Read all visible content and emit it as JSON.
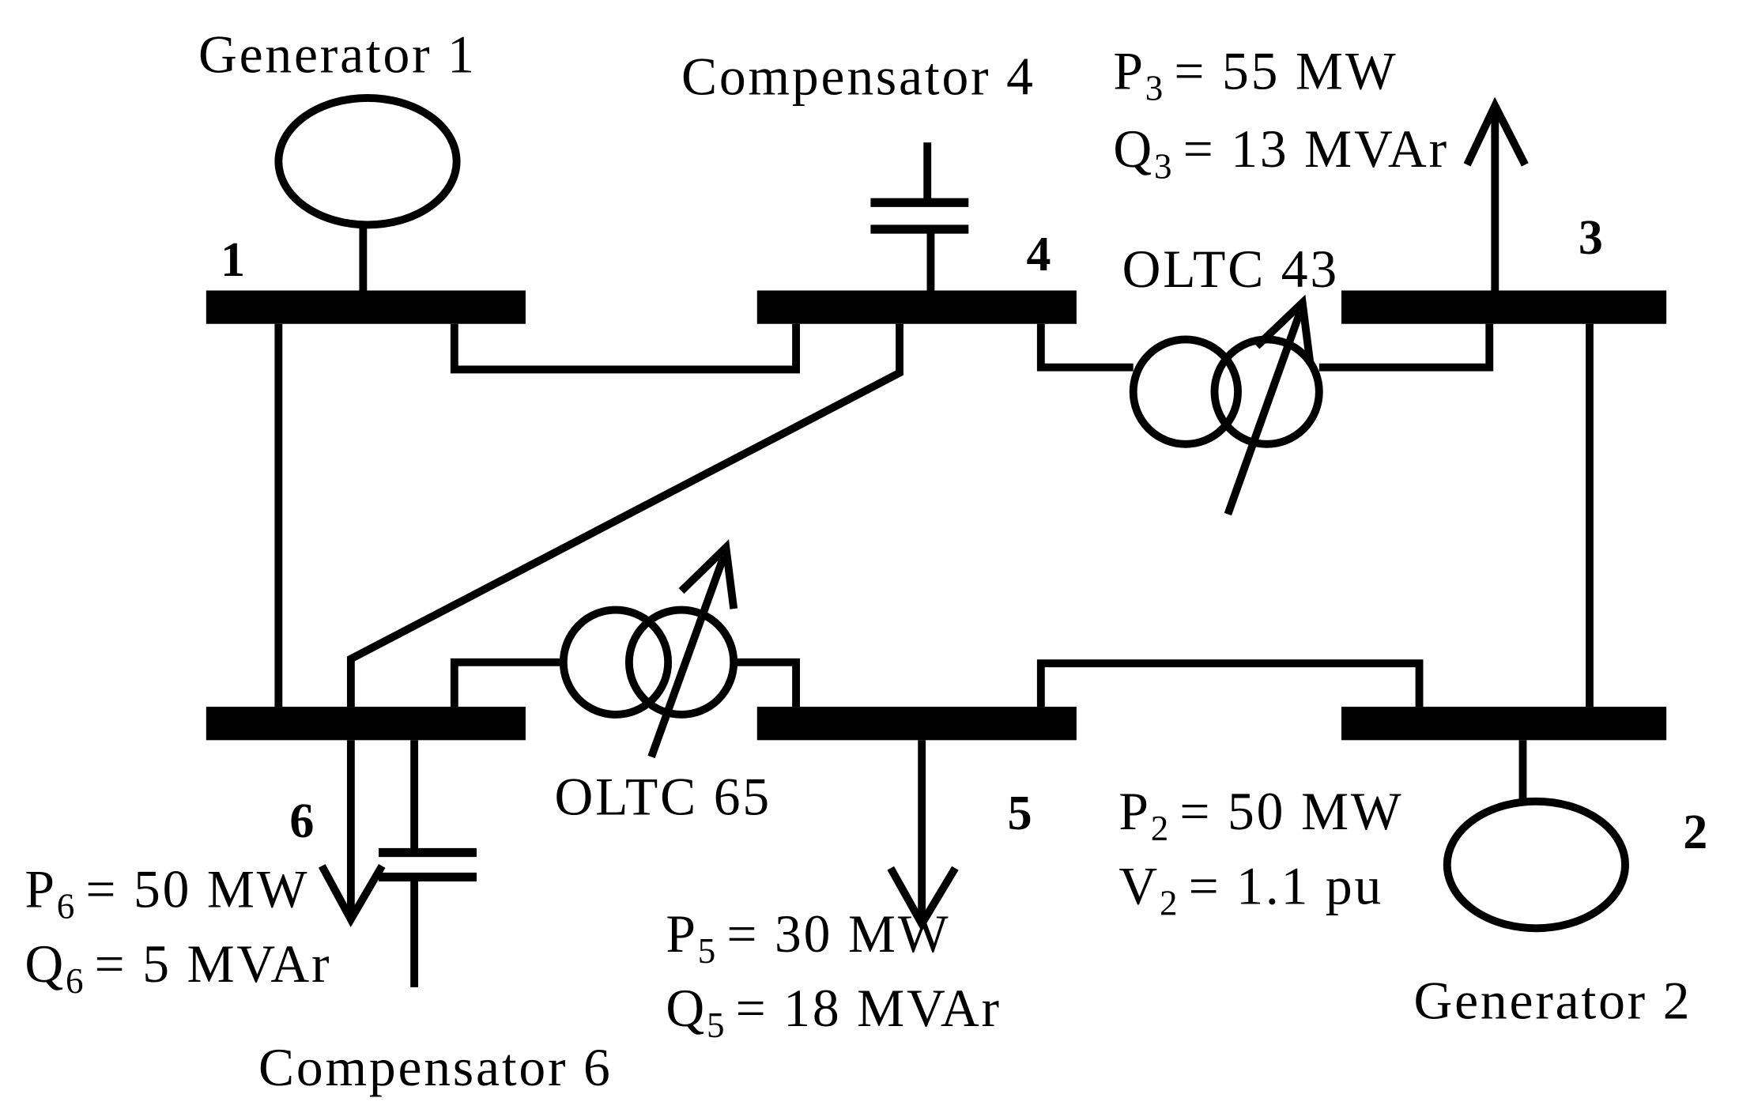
{
  "colors": {
    "ink": "#000000",
    "background": "#ffffff"
  },
  "buses": {
    "b1": "1",
    "b2": "2",
    "b3": "3",
    "b4": "4",
    "b5": "5",
    "b6": "6"
  },
  "generators": {
    "g1": "Generator 1",
    "g2": "Generator 2"
  },
  "compensators": {
    "c4": "Compensator 4",
    "c6": "Compensator 6"
  },
  "transformers": {
    "t43": "OLTC 43",
    "t65": "OLTC 65"
  },
  "bus_specs": {
    "bus3": {
      "p": {
        "symbol": "P",
        "sub": "3",
        "value": "= 55 MW"
      },
      "q": {
        "symbol": "Q",
        "sub": "3",
        "value": "= 13 MVAr"
      }
    },
    "bus6": {
      "p": {
        "symbol": "P",
        "sub": "6",
        "value": "= 50 MW"
      },
      "q": {
        "symbol": "Q",
        "sub": "6",
        "value": "= 5 MVAr"
      }
    },
    "bus5": {
      "p": {
        "symbol": "P",
        "sub": "5",
        "value": "= 30 MW"
      },
      "q": {
        "symbol": "Q",
        "sub": "5",
        "value": "= 18 MVAr"
      }
    },
    "bus2": {
      "p": {
        "symbol": "P",
        "sub": "2",
        "value": "= 50 MW"
      },
      "v": {
        "symbol": "V",
        "sub": "2",
        "value": "= 1.1 pu"
      }
    }
  }
}
